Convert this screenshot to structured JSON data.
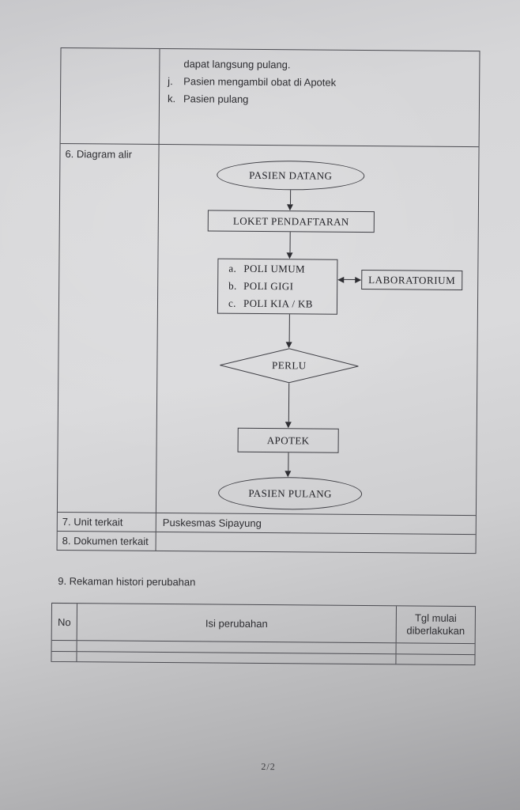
{
  "page": {
    "number": "2/2"
  },
  "colors": {
    "paper": "#d8d8da",
    "border": "#4b4b51",
    "text": "#2d2d31"
  },
  "procedure": {
    "continuation": "dapat langsung pulang.",
    "items": [
      {
        "marker": "j.",
        "text": "Pasien mengambil obat di Apotek"
      },
      {
        "marker": "k.",
        "text": "Pasien pulang"
      }
    ]
  },
  "rows": {
    "diagram_label": "6. Diagram alir",
    "unit_label": "7. Unit terkait",
    "unit_value": "Puskesmas Sipayung",
    "dokumen_label": "8. Dokumen terkait",
    "dokumen_value": ""
  },
  "flowchart": {
    "start": "PASIEN DATANG",
    "registration": "LOKET PENDAFTARAN",
    "poli_items": [
      {
        "marker": "a.",
        "text": "POLI UMUM"
      },
      {
        "marker": "b.",
        "text": "POLI GIGI"
      },
      {
        "marker": "c.",
        "text": "POLI KIA / KB"
      }
    ],
    "laboratory": "LABORATORIUM",
    "decision": "PERLU",
    "pharmacy": "APOTEK",
    "end": "PASIEN PULANG"
  },
  "history": {
    "heading": "9. Rekaman histori perubahan",
    "headers": [
      "No",
      "Isi perubahan",
      "Tgl mulai diberlakukan"
    ],
    "rows": [
      [
        "",
        "",
        ""
      ],
      [
        "",
        "",
        ""
      ]
    ]
  }
}
